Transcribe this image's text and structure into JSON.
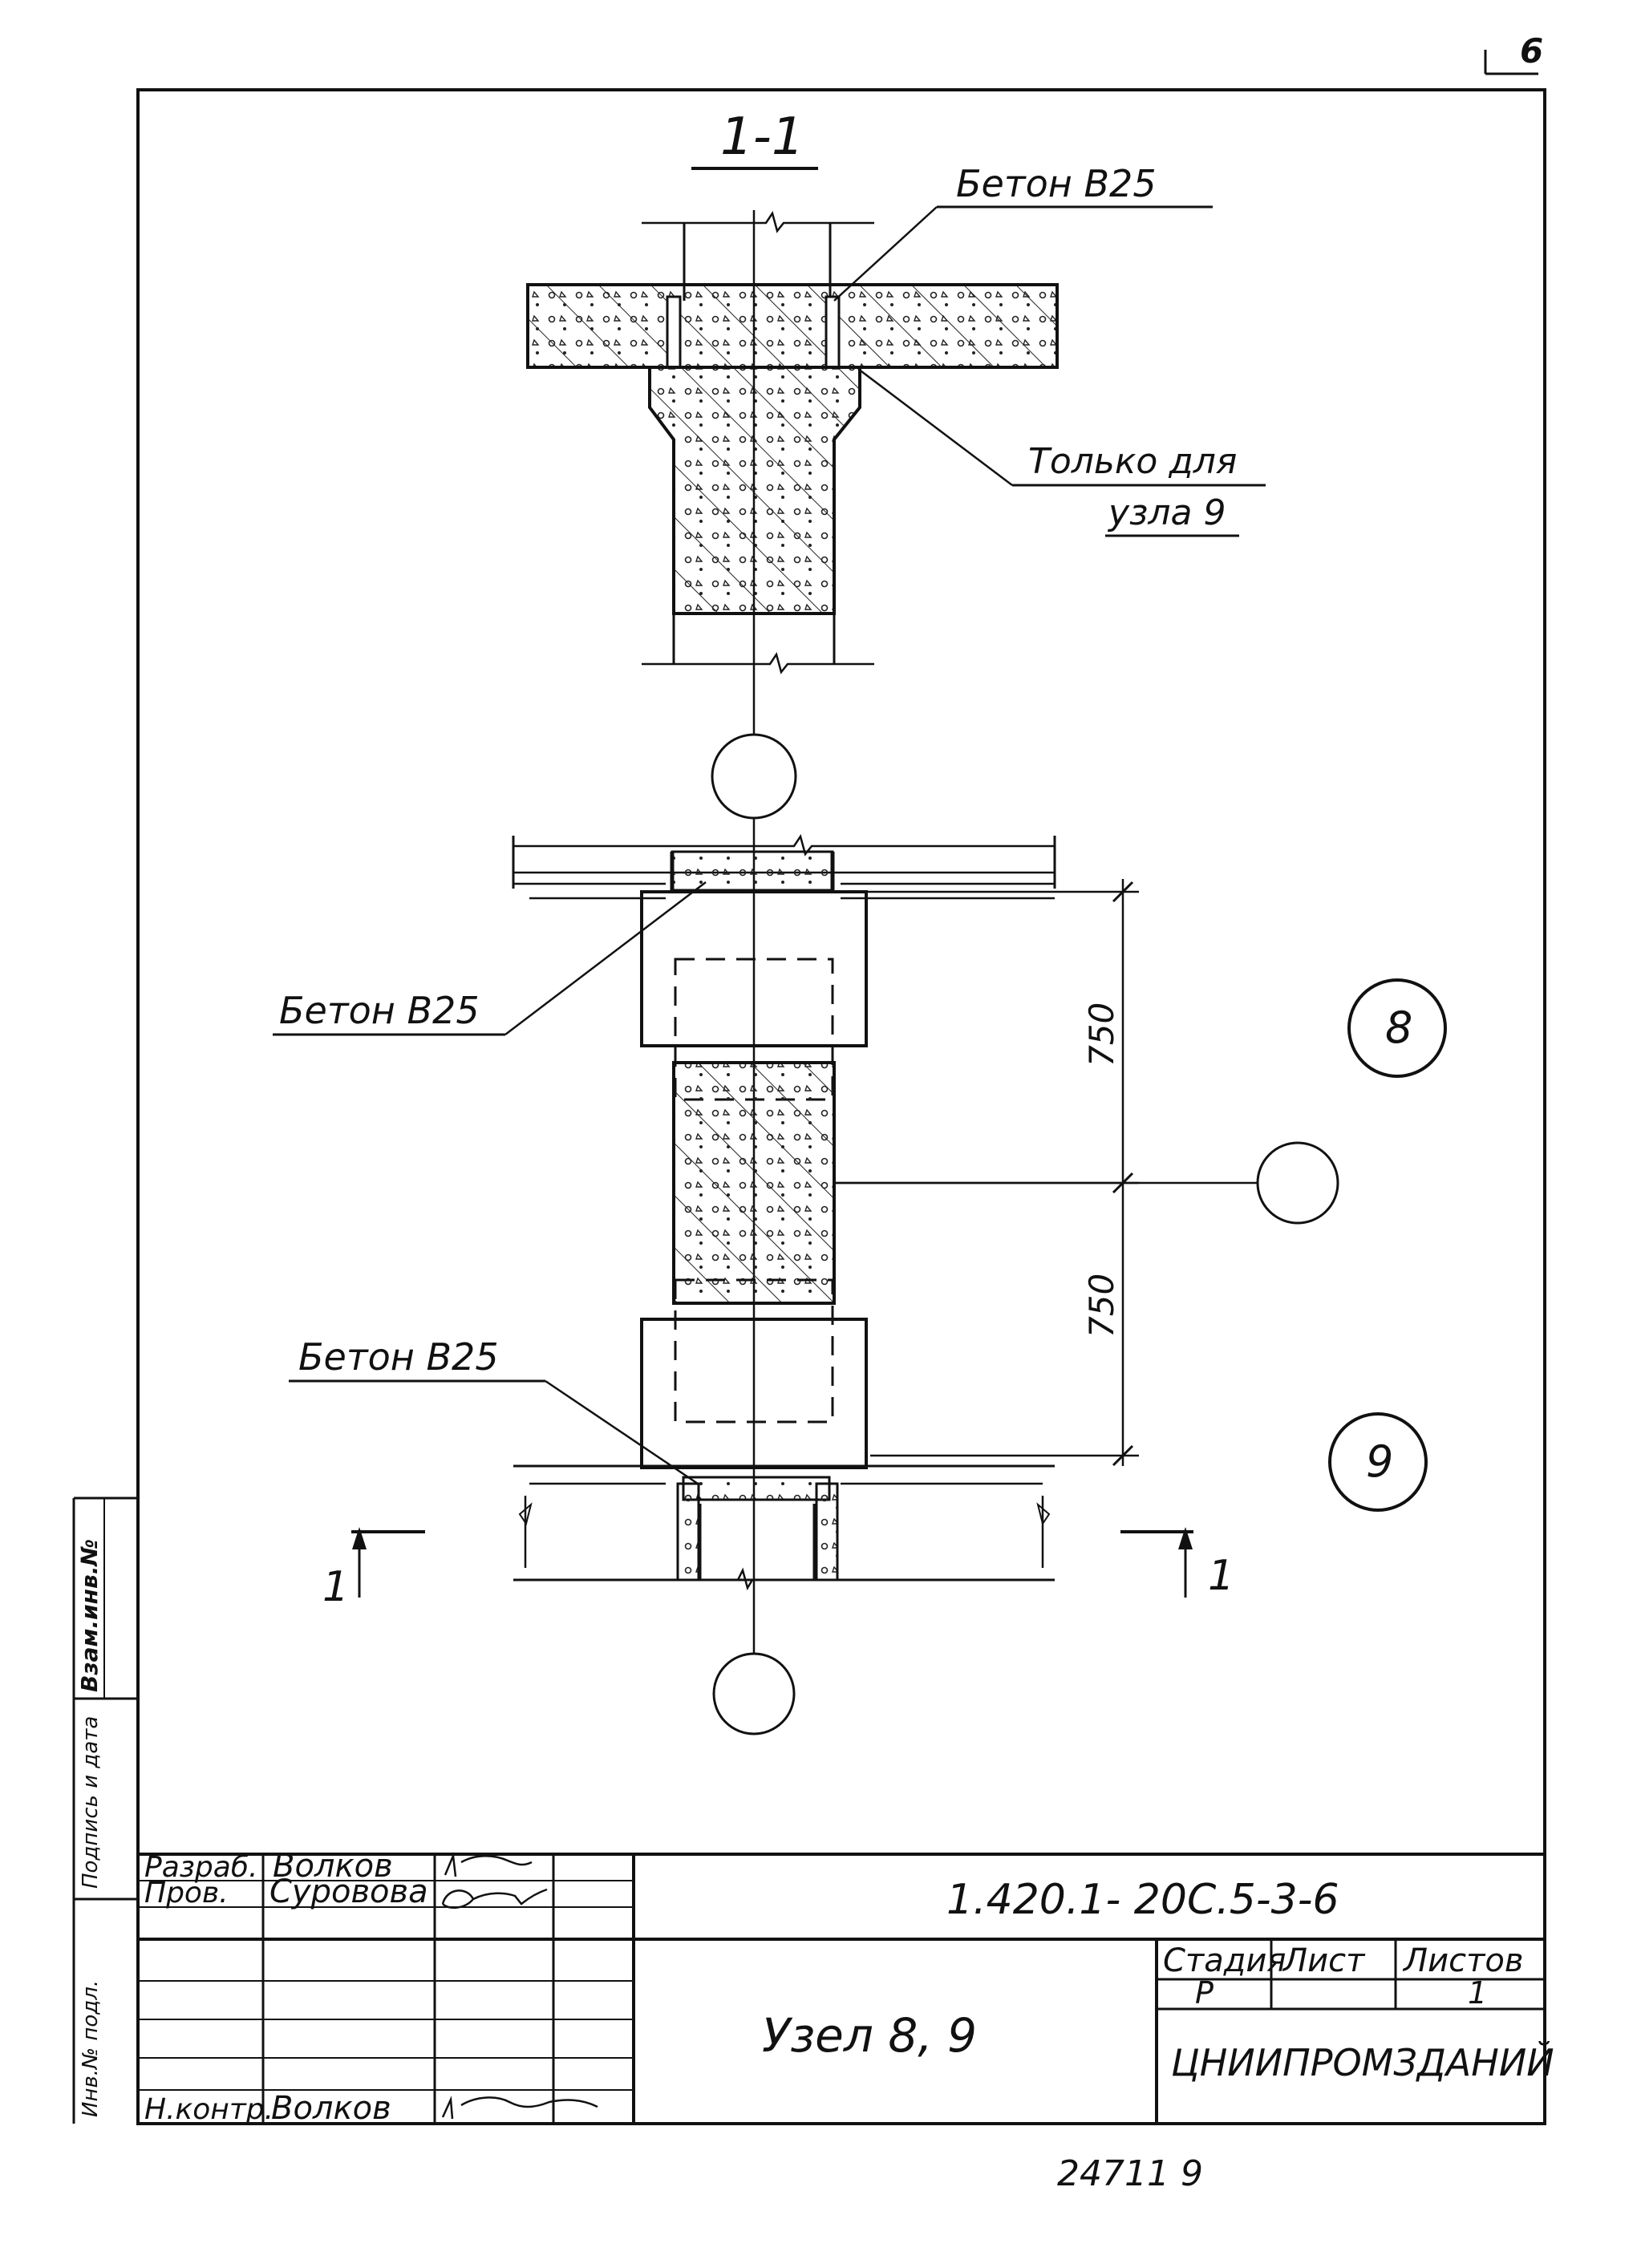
{
  "page_corner": "6",
  "section": {
    "title": "1-1"
  },
  "callouts": {
    "concrete_top": "Бетон В25",
    "only_for_line1": "Только для",
    "only_for_line2": "узла 9",
    "concrete_mid": "Бетон В25",
    "concrete_bottom": "Бетон В25"
  },
  "dimensions": {
    "upper": "750",
    "lower": "750"
  },
  "node_markers": {
    "node8": "8",
    "node9": "9"
  },
  "section_marks": {
    "left": "1",
    "right": "1"
  },
  "side_stamp": {
    "approval_label": "Взам.инв.№",
    "signature_label": "Подпись и дата",
    "inventory_label": "Инв.№ подл."
  },
  "title_block": {
    "roles": [
      "Разраб.",
      "Пров.",
      "",
      "",
      "",
      "",
      "Н.контр."
    ],
    "names": [
      "Волков",
      "Суровова",
      "",
      "",
      "",
      "",
      "Волков"
    ],
    "document_code": "1.420.1- 20С.5-3-6",
    "sheet_title": "Узел 8, 9",
    "stage_label": "Стадия",
    "sheet_label": "Лист",
    "sheets_label": "Листов",
    "stage_value": "Р",
    "sheet_value": "",
    "sheets_value": "1",
    "organization": "ЦНИИПРОМЗДАНИЙ"
  },
  "bottom_number": "24711 9"
}
